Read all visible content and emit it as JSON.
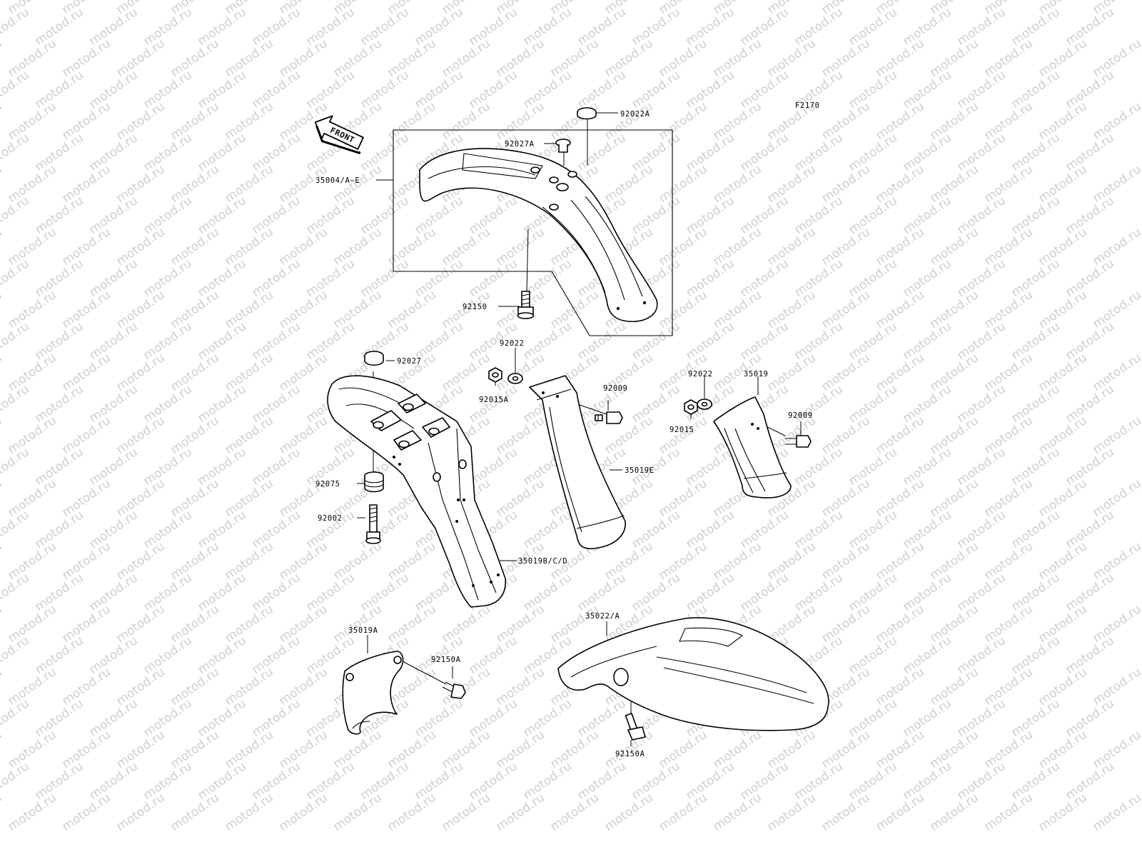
{
  "figure_code": "F2170",
  "front_arrow_label": "FRONT",
  "watermark": "motod.ru",
  "callouts": {
    "c92022A": "92022A",
    "c92027A": "92027A",
    "c35004": "35004/A~E",
    "c92150": "92150",
    "c92027": "92027",
    "c92075": "92075",
    "c92002": "92002",
    "c35019BCD": "35019B/C/D",
    "c92022a": "92022",
    "c92015A": "92015A",
    "c92009a": "92009",
    "c35019E": "35019E",
    "c92022b": "92022",
    "c35019": "35019",
    "c92015": "92015",
    "c92009b": "92009",
    "c35019A": "35019A",
    "c92150Aa": "92150A",
    "c35022": "35022/A",
    "c92150Ab": "92150A"
  }
}
